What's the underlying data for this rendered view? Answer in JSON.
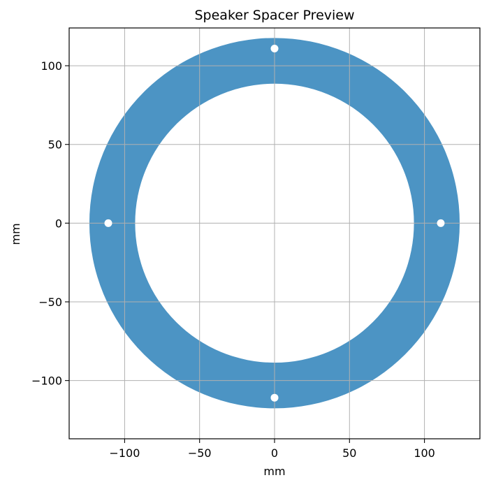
{
  "chart_data": {
    "type": "scatter",
    "title": "Speaker Spacer Preview",
    "xlabel": "mm",
    "ylabel": "mm",
    "xlim": [
      -137,
      137
    ],
    "ylim": [
      -137,
      124
    ],
    "xticks": [
      -100,
      -50,
      0,
      50,
      100
    ],
    "yticks": [
      -100,
      -50,
      0,
      50,
      100
    ],
    "xtick_labels": [
      "−100",
      "−50",
      "0",
      "50",
      "100"
    ],
    "ytick_labels": [
      "−100",
      "−50",
      "0",
      "50",
      "100"
    ],
    "grid": true,
    "spacer": {
      "outer_radius": 123.5,
      "inner_radius": 93,
      "color": "#4C94C4"
    },
    "holes": {
      "radius": 2.5,
      "color": "#ffffff",
      "points": [
        {
          "x": 0,
          "y": 110.9
        },
        {
          "x": 0,
          "y": -110.9
        },
        {
          "x": -110.9,
          "y": 0
        },
        {
          "x": 110.9,
          "y": 0
        }
      ]
    }
  }
}
